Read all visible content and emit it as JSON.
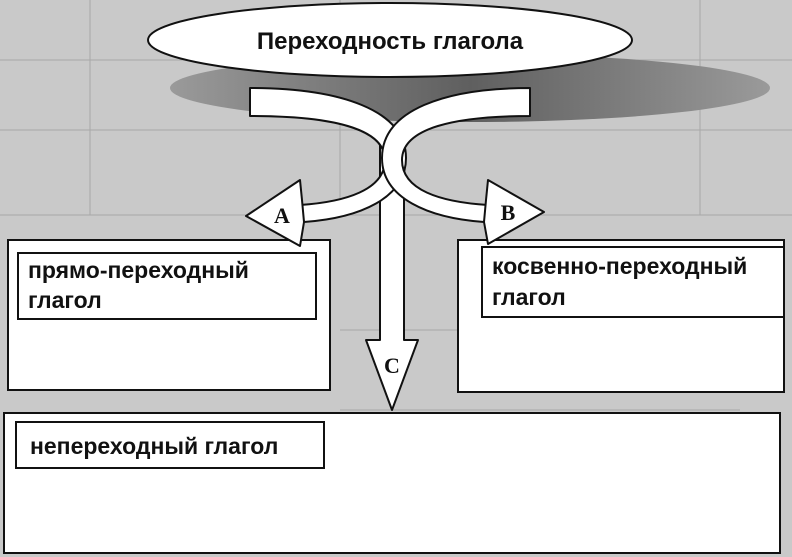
{
  "title": "Переходность глагола",
  "boxes": {
    "direct": {
      "line1": "прямо-переходный",
      "line2": "глагол"
    },
    "indirect": {
      "line1": "косвенно-переходный",
      "line2": "глагол"
    },
    "intransitive": {
      "label": "непереходный глагол"
    }
  },
  "arrows": {
    "a": "A",
    "b": "B",
    "c": "C"
  },
  "colors": {
    "background": "#c9c9c9",
    "box_fill": "#ffffff",
    "stroke": "#111111",
    "shadow": "#6f6f6f"
  }
}
